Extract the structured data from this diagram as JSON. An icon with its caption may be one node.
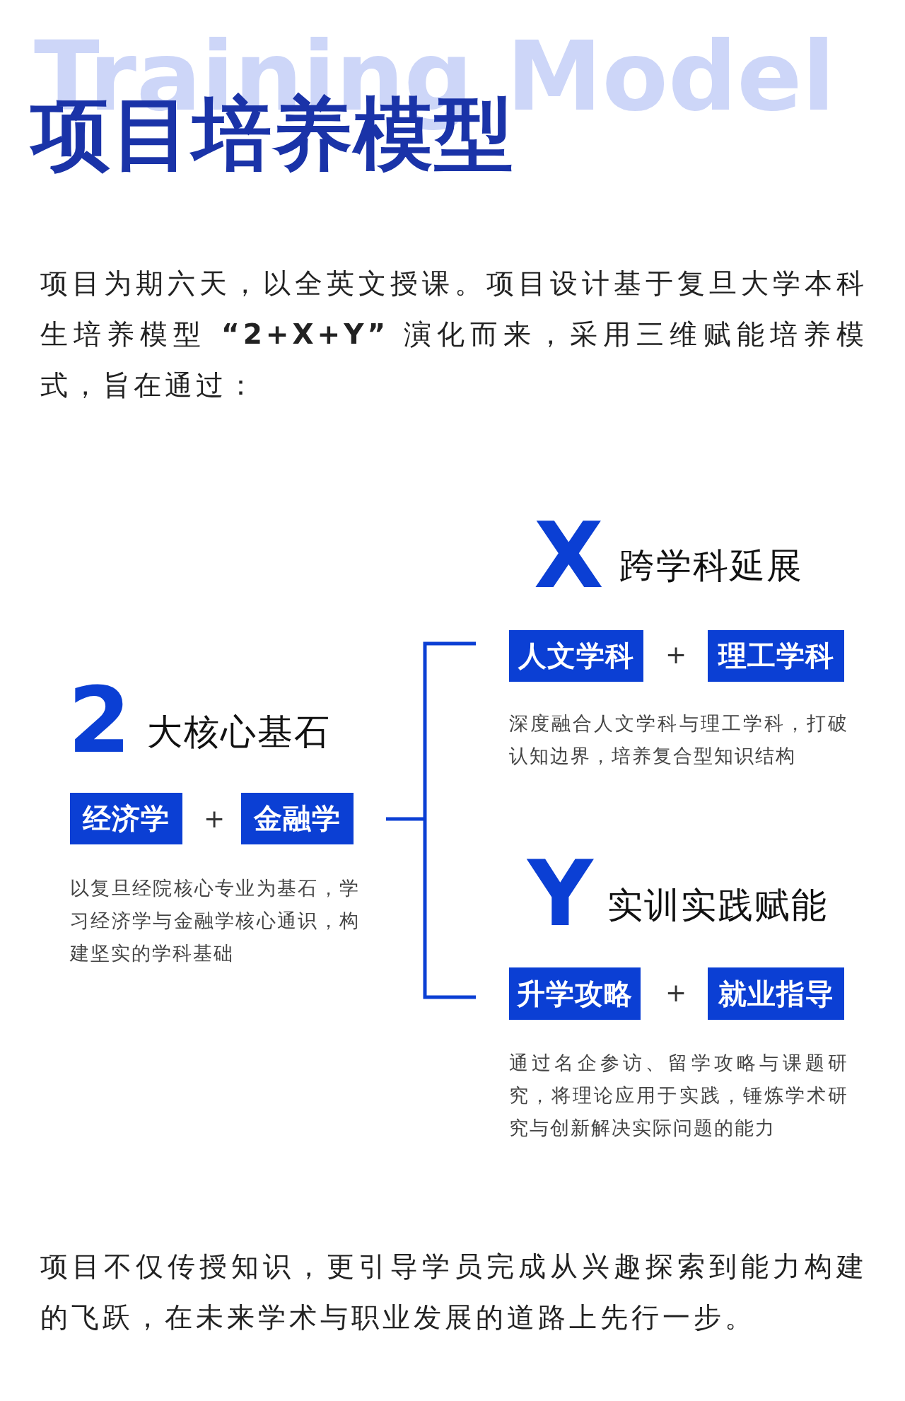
{
  "diagram": {
    "title": "项目培养模型",
    "nodes": [
      {
        "text": [
          "人文学科"
        ]
      },
      {
        "text": [
          "理工学科"
        ]
      },
      {
        "text": [
          "经济学"
        ]
      },
      {
        "text": [
          "金融学"
        ]
      },
      {
        "text": [
          "升学攻略"
        ]
      },
      {
        "text": [
          "就业指导"
        ]
      }
    ],
    "labels": [
      "Training Model",
      "项目为期六天，以全英文授课。项目设计基于复旦大学本科生培养模型 **“2+X+Y”** 演化而来，采用三维赋能培养模式，旨在通过：",
      "X",
      "跨学科延展",
      "+",
      "深度融合人文学科与理工学科，打破认知边界，培养复合型知识结构",
      "2",
      "大核心基石",
      "+",
      "以复旦经院核心专业为基石，学习经济学与金融学核心通识，构建坚实的学科基础",
      "Y",
      "实训实践赋能",
      "+",
      "通过名企参访、留学攻略与课题研究，将理论应用于实践，锤炼学术研究与创新解决实际问题的能力",
      "项目不仅传授知识，更引导学员完成从兴趣探索到能力构建的飞跃，在未来学术与职业发展的道路上先行一步。"
    ]
  }
}
